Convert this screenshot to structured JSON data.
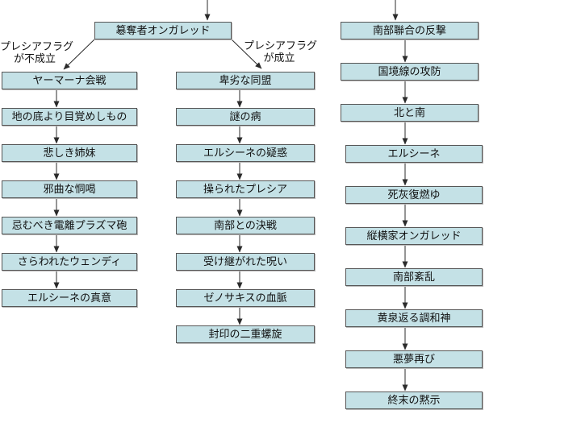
{
  "flowchart": {
    "root": {
      "label": "簒奪者オンガレッド"
    },
    "branches": [
      {
        "id": "flag-unmet",
        "condition_line1": "プレシアフラグ",
        "condition_line2": "が不成立"
      },
      {
        "id": "flag-met",
        "condition_line1": "プレシアフラグ",
        "condition_line2": "が成立"
      }
    ],
    "columns": {
      "left": [
        "ヤーマーナ会戦",
        "地の底より目覚めしもの",
        "悲しき姉妹",
        "邪曲な恫喝",
        "忌むべき電離プラズマ砲",
        "さらわれたウェンディ",
        "エルシーネの真意"
      ],
      "middle": [
        "卑劣な同盟",
        "謎の病",
        "エルシーネの疑惑",
        "操られたプレシア",
        "南部との決戦",
        "受け継がれた呪い",
        "ゼノサキスの血脈",
        "封印の二重螺旋"
      ],
      "right": [
        "南部聯合の反撃",
        "国境線の攻防",
        "北と南",
        "エルシーネ",
        "死灰復燃ゆ",
        "縦横家オンガレッド",
        "南部紊乱",
        "黄泉返る調和神",
        "悪夢再び",
        "終末の黙示"
      ]
    },
    "colors": {
      "node_fill": "#c4e1e6",
      "node_border": "#565656",
      "connector": "#2b2b2b",
      "text": "#111111",
      "background": "#ffffff"
    }
  }
}
